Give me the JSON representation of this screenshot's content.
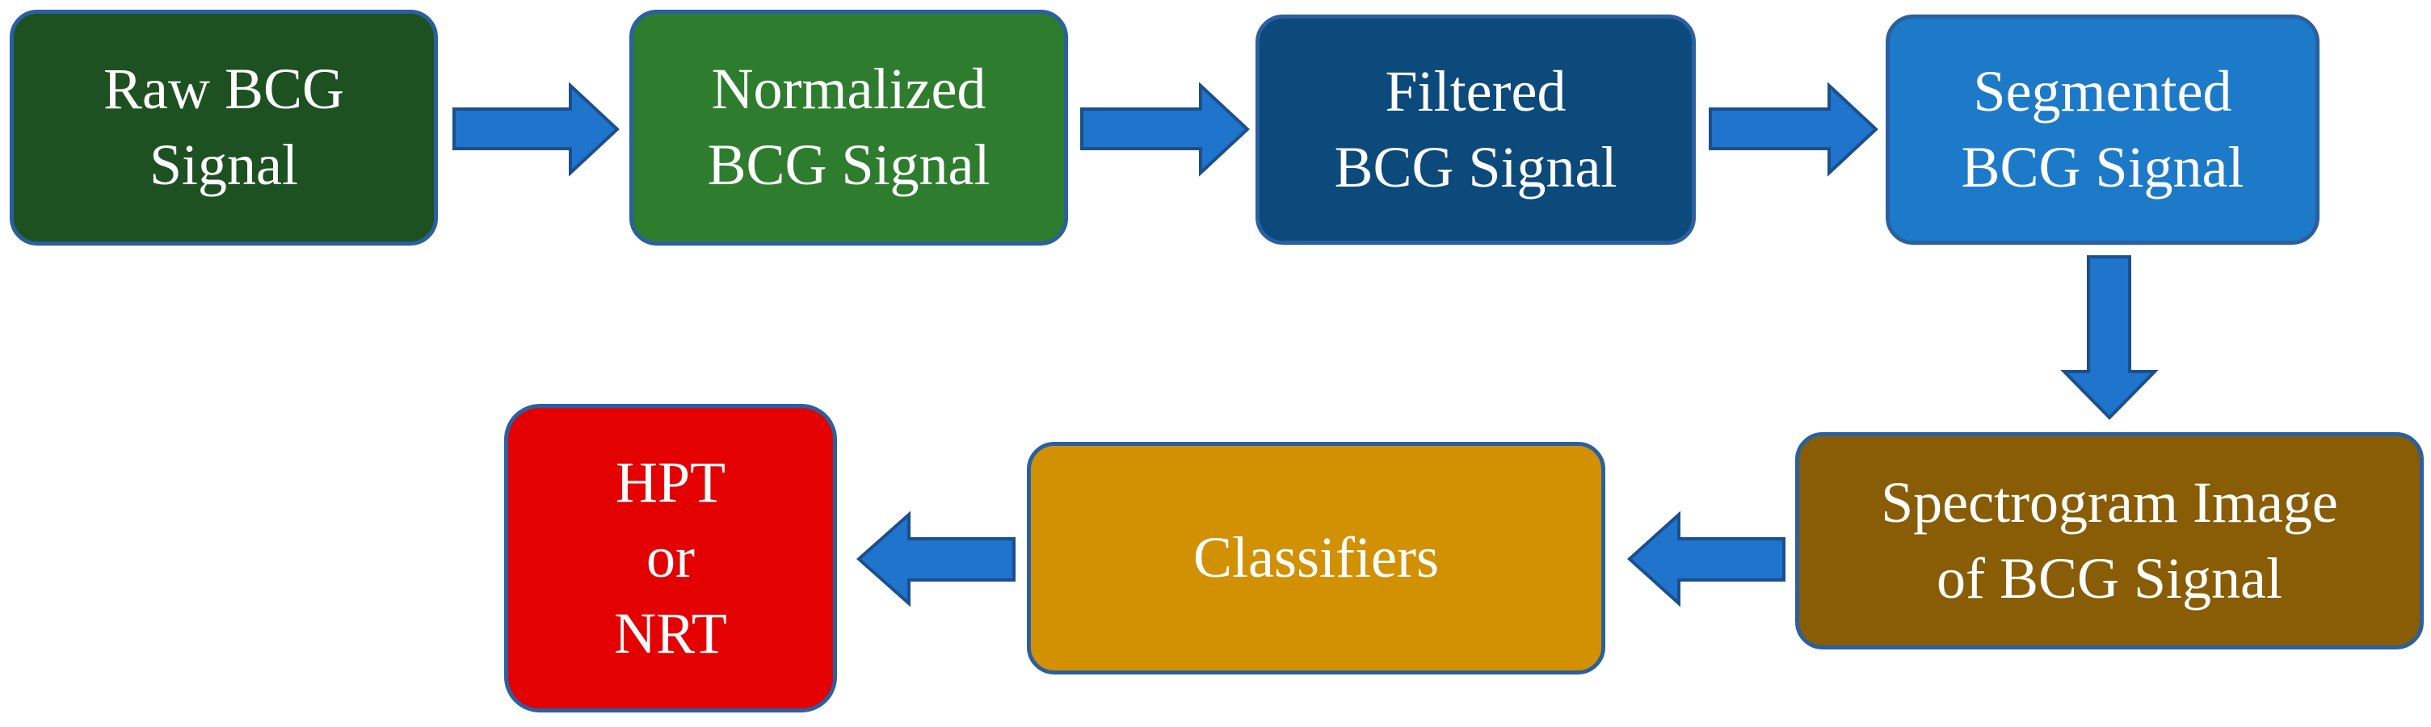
{
  "colors": {
    "raw": "#1e5121",
    "normalized": "#2e7d2f",
    "filtered": "#0b4a7b",
    "segmented": "#1d7ac8",
    "spectrogram": "#885d06",
    "classifiers": "#d29103",
    "result": "#e30102",
    "arrow": "#1f74cc",
    "border": "#2a5fa0"
  },
  "nodes": {
    "raw": "Raw BCG\nSignal",
    "normalized": "Normalized\nBCG Signal",
    "filtered": "Filtered\nBCG Signal",
    "segmented": "Segmented\nBCG Signal",
    "spectrogram": "Spectrogram Image\nof BCG Signal",
    "classifiers": "Classifiers",
    "result": "HPT\nor\nNRT"
  },
  "edges": [
    {
      "from": "raw",
      "to": "normalized"
    },
    {
      "from": "normalized",
      "to": "filtered"
    },
    {
      "from": "filtered",
      "to": "segmented"
    },
    {
      "from": "segmented",
      "to": "spectrogram"
    },
    {
      "from": "spectrogram",
      "to": "classifiers"
    },
    {
      "from": "classifiers",
      "to": "result"
    }
  ]
}
